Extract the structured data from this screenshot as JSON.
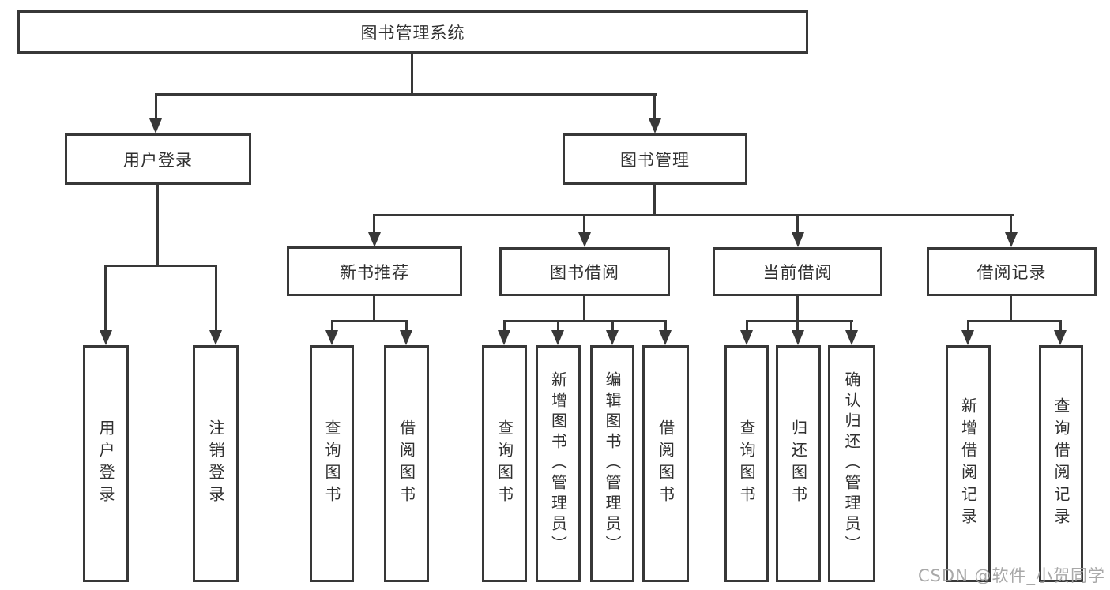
{
  "diagram": {
    "type": "hierarchy-tree",
    "nodes": {
      "root": "图书管理系统",
      "level2": {
        "user_login": "用户登录",
        "book_management": "图书管理"
      },
      "level3": {
        "new_book": "新书推荐",
        "book_borrow": "图书借阅",
        "current_borrow": "当前借阅",
        "borrow_records": "借阅记录"
      },
      "leaves": {
        "user_login": [
          "用户登录",
          "注销登录"
        ],
        "new_book": [
          "查询图书",
          "借阅图书"
        ],
        "book_borrow": [
          "查询图书",
          "新增图书（管理员）",
          "编辑图书（管理员）",
          "借阅图书"
        ],
        "current_borrow": [
          "查询图书",
          "归还图书",
          "确认归还（管理员）"
        ],
        "borrow_records": [
          "新增借阅记录",
          "查询借阅记录"
        ]
      }
    },
    "watermark": "CSDN @软件_小贺同学",
    "colors": {
      "line": "#383838",
      "box_border": "#383838",
      "text": "#303030",
      "watermark": "#9e9e9e",
      "background": "#ffffff"
    }
  }
}
